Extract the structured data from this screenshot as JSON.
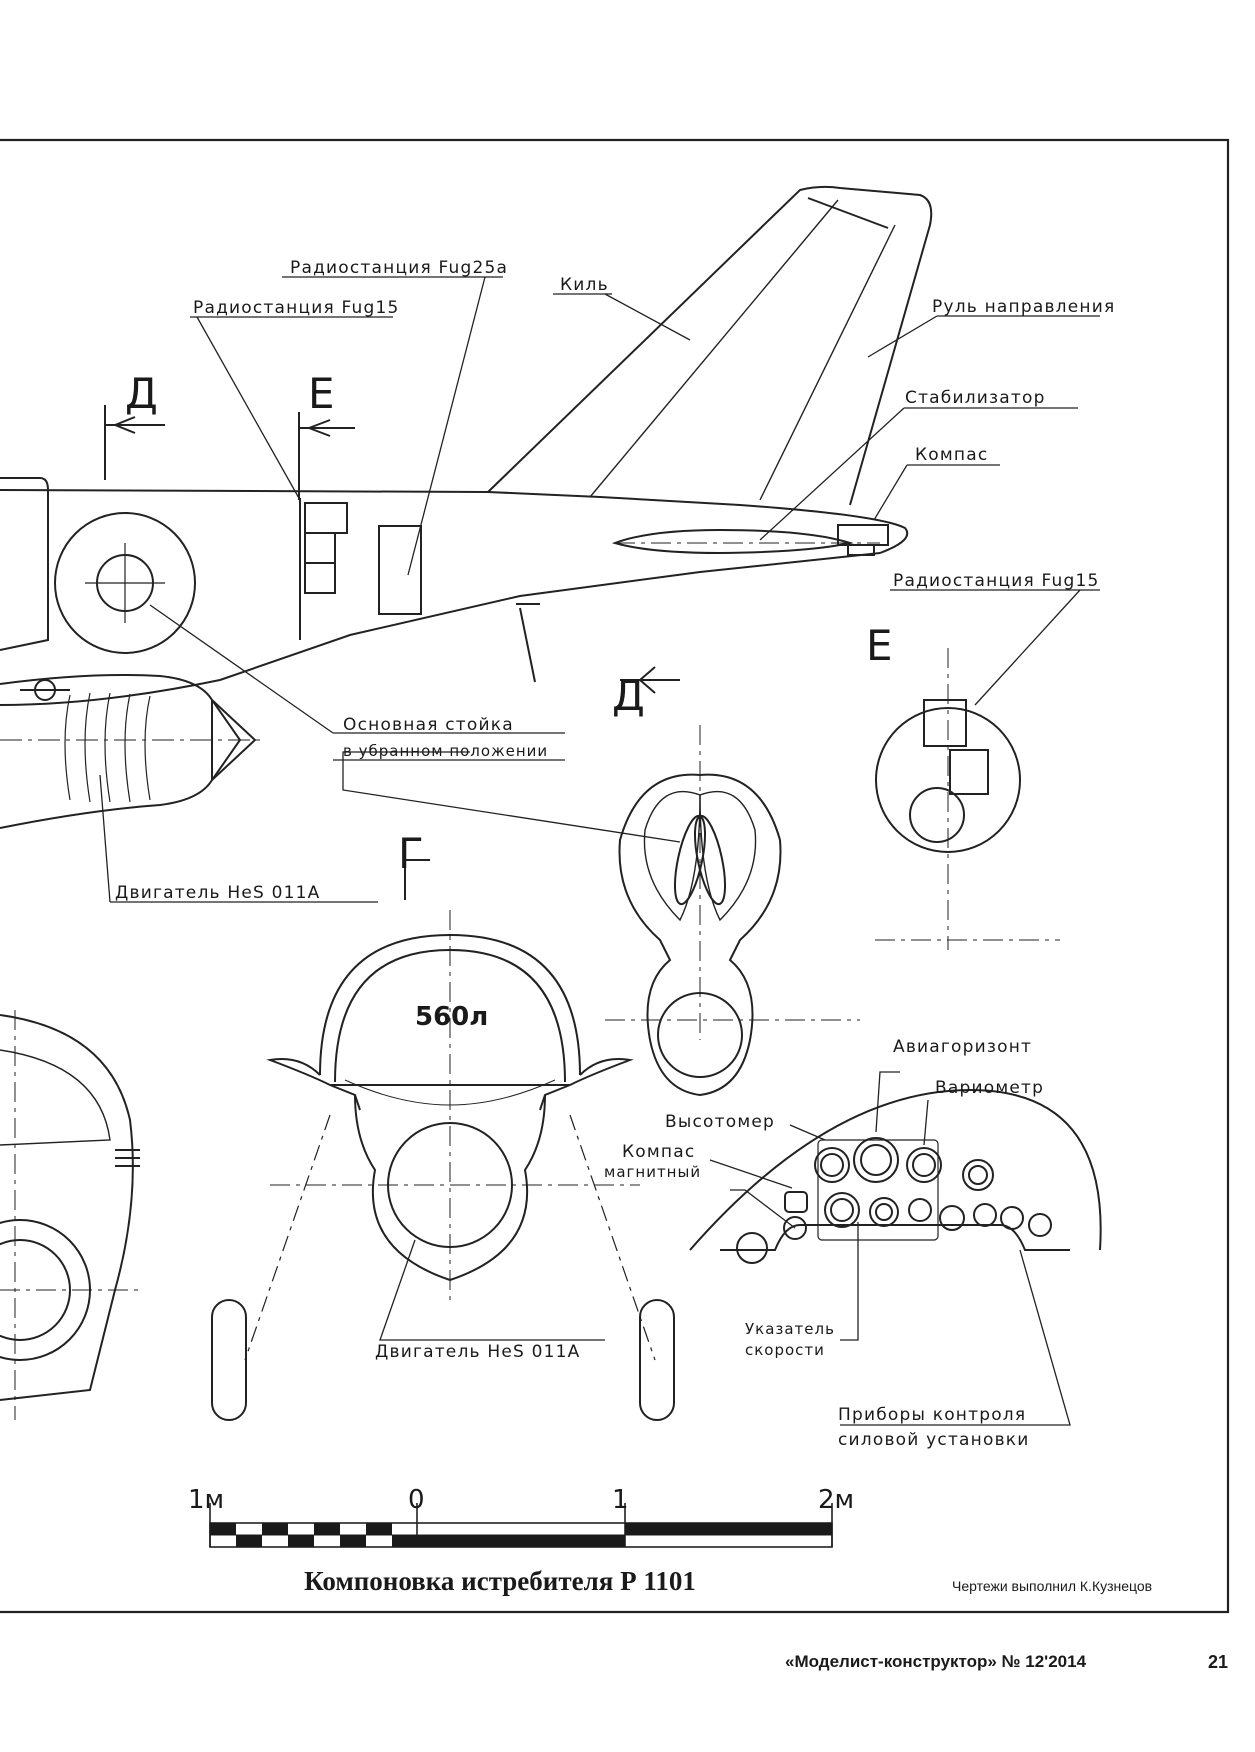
{
  "sections": {
    "d": "Д",
    "e": "Е",
    "g": "Г"
  },
  "labels": {
    "fug25a": "Радиостанция Fug25a",
    "fug15": "Радиостанция Fug15",
    "kil": "Киль",
    "rul": "Руль направления",
    "stab": "Стабилизатор",
    "kompas": "Компас",
    "fug15_e": "Радиостанция Fug15",
    "stoika_1": "Основная стойка",
    "stoika_2": "в убранном положении",
    "dvig_top": "Двигатель HeS 011A",
    "dvig_bottom": "Двигатель HeS 011A",
    "volume": "560л",
    "aviagor": "Авиагоризонт",
    "variometr": "Вариометр",
    "vysotomer": "Высотомер",
    "kompas_m1": "Компас",
    "kompas_m2": "магнитный",
    "ukaz_1": "Указатель",
    "ukaz_2": "скорости",
    "pribory_1": "Приборы контроля",
    "pribory_2": "силовой установки"
  },
  "scale": {
    "t1": "1м",
    "t2": "0",
    "t3": "1",
    "t4": "2м"
  },
  "caption": "Компоновка истребителя Р 1101",
  "author": "Чертежи выполнил К.Кузнецов",
  "journal": "«Моделист-конструктор» № 12'2014",
  "page_number": "21"
}
